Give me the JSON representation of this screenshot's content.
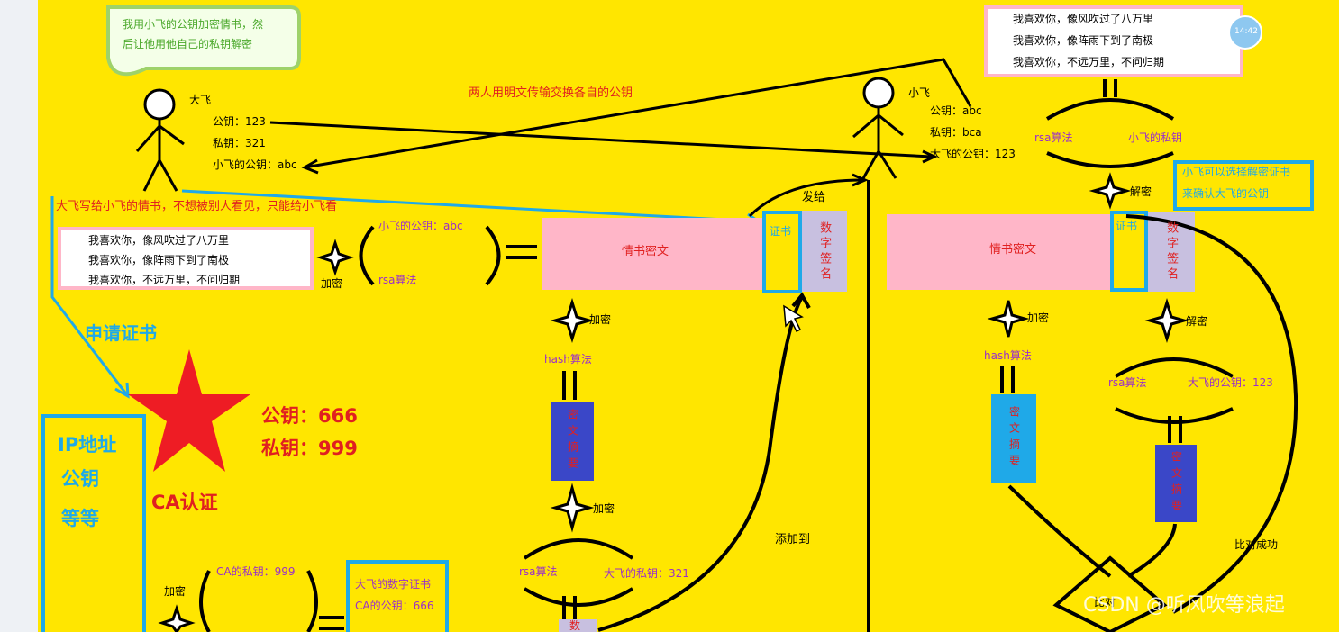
{
  "speech_bubble": {
    "line1": "我用小飞的公钥加密情书，然",
    "line2": "后让他用他自己的私钥解密"
  },
  "dafei": {
    "name": "大飞",
    "public_key": "公钥：123",
    "private_key": "私钥：321",
    "xiaofei_public_key": "小飞的公钥：abc"
  },
  "xiaofei": {
    "name": "小飞",
    "public_key": "公钥：abc",
    "private_key": "私钥：bca",
    "dafei_public_key": "大飞的公钥：123"
  },
  "exchange_label": "两人用明文传输交换各自的公钥",
  "love_letter_label": "大飞写给小飞的情书，不想被别人看见，只能给小飞看",
  "letter_lines": [
    "我喜欢你，像风吹过了八万里",
    "我喜欢你，像阵雨下到了南极",
    "我喜欢你，不远万里，不问归期"
  ],
  "letter_lines_right": [
    "我喜欢你，像风吹过了八万里",
    "我喜欢你，像阵雨下到了南极",
    "我喜欢你，不远万里，不问归期"
  ],
  "timer": "14:42",
  "encrypt_group": {
    "key": "小飞的公钥：abc",
    "algo": "rsa算法",
    "label": "加密"
  },
  "ciphertext_label": "情书密文",
  "certificate_label": "证书",
  "signature_label": "数字签名",
  "send_label": "发给",
  "hash_encrypt_label": "加密",
  "hash_algo": "hash算法",
  "digest_label": "密文摘要",
  "digest_encrypt_label": "加密",
  "sign_rsa": {
    "algo": "rsa算法",
    "key": "大飞的私钥：321"
  },
  "digital_partial": "数",
  "add_to_label": "添加到",
  "apply_cert_label": "申请证书",
  "ca": {
    "public_key": "公钥：666",
    "private_key": "私钥：999",
    "label": "CA认证",
    "info": [
      "IP地址",
      "公钥",
      "等等"
    ],
    "private_key_small": "CA的私钥：999",
    "encrypt_label": "加密"
  },
  "cert_box": {
    "line1": "大飞的数字证书",
    "line2": "CA的公钥：666"
  },
  "right": {
    "rsa_algo": "rsa算法",
    "xiaofei_private": "小飞的私钥",
    "decrypt_top": "解密",
    "cert_note": [
      "小飞可以选择解密证书",
      "来确认大飞的公钥"
    ],
    "ciphertext_label": "情书密文",
    "cert_label": "证书",
    "signature_label": "数字签名",
    "encrypt_label": "加密",
    "hash_algo": "hash算法",
    "digest_label": "密文摘要",
    "decrypt_label": "解密",
    "rsa_algo2": "rsa算法",
    "dafei_public": "大飞的公钥：123",
    "digest_label2": "密文摘要",
    "compare_success": "比对成功",
    "compare_partial": "比对"
  },
  "watermark": "CSDN @听风吹等浪起",
  "colors": {
    "background": "#ffe600",
    "pink": "#ffb6c8",
    "lavender": "#c8c0e0",
    "purple_text": "#9b30c8",
    "red_text": "#e02020",
    "cyan": "#1fa9e8",
    "blue_box": "#3a47c8",
    "star_red": "#ee1c24"
  }
}
